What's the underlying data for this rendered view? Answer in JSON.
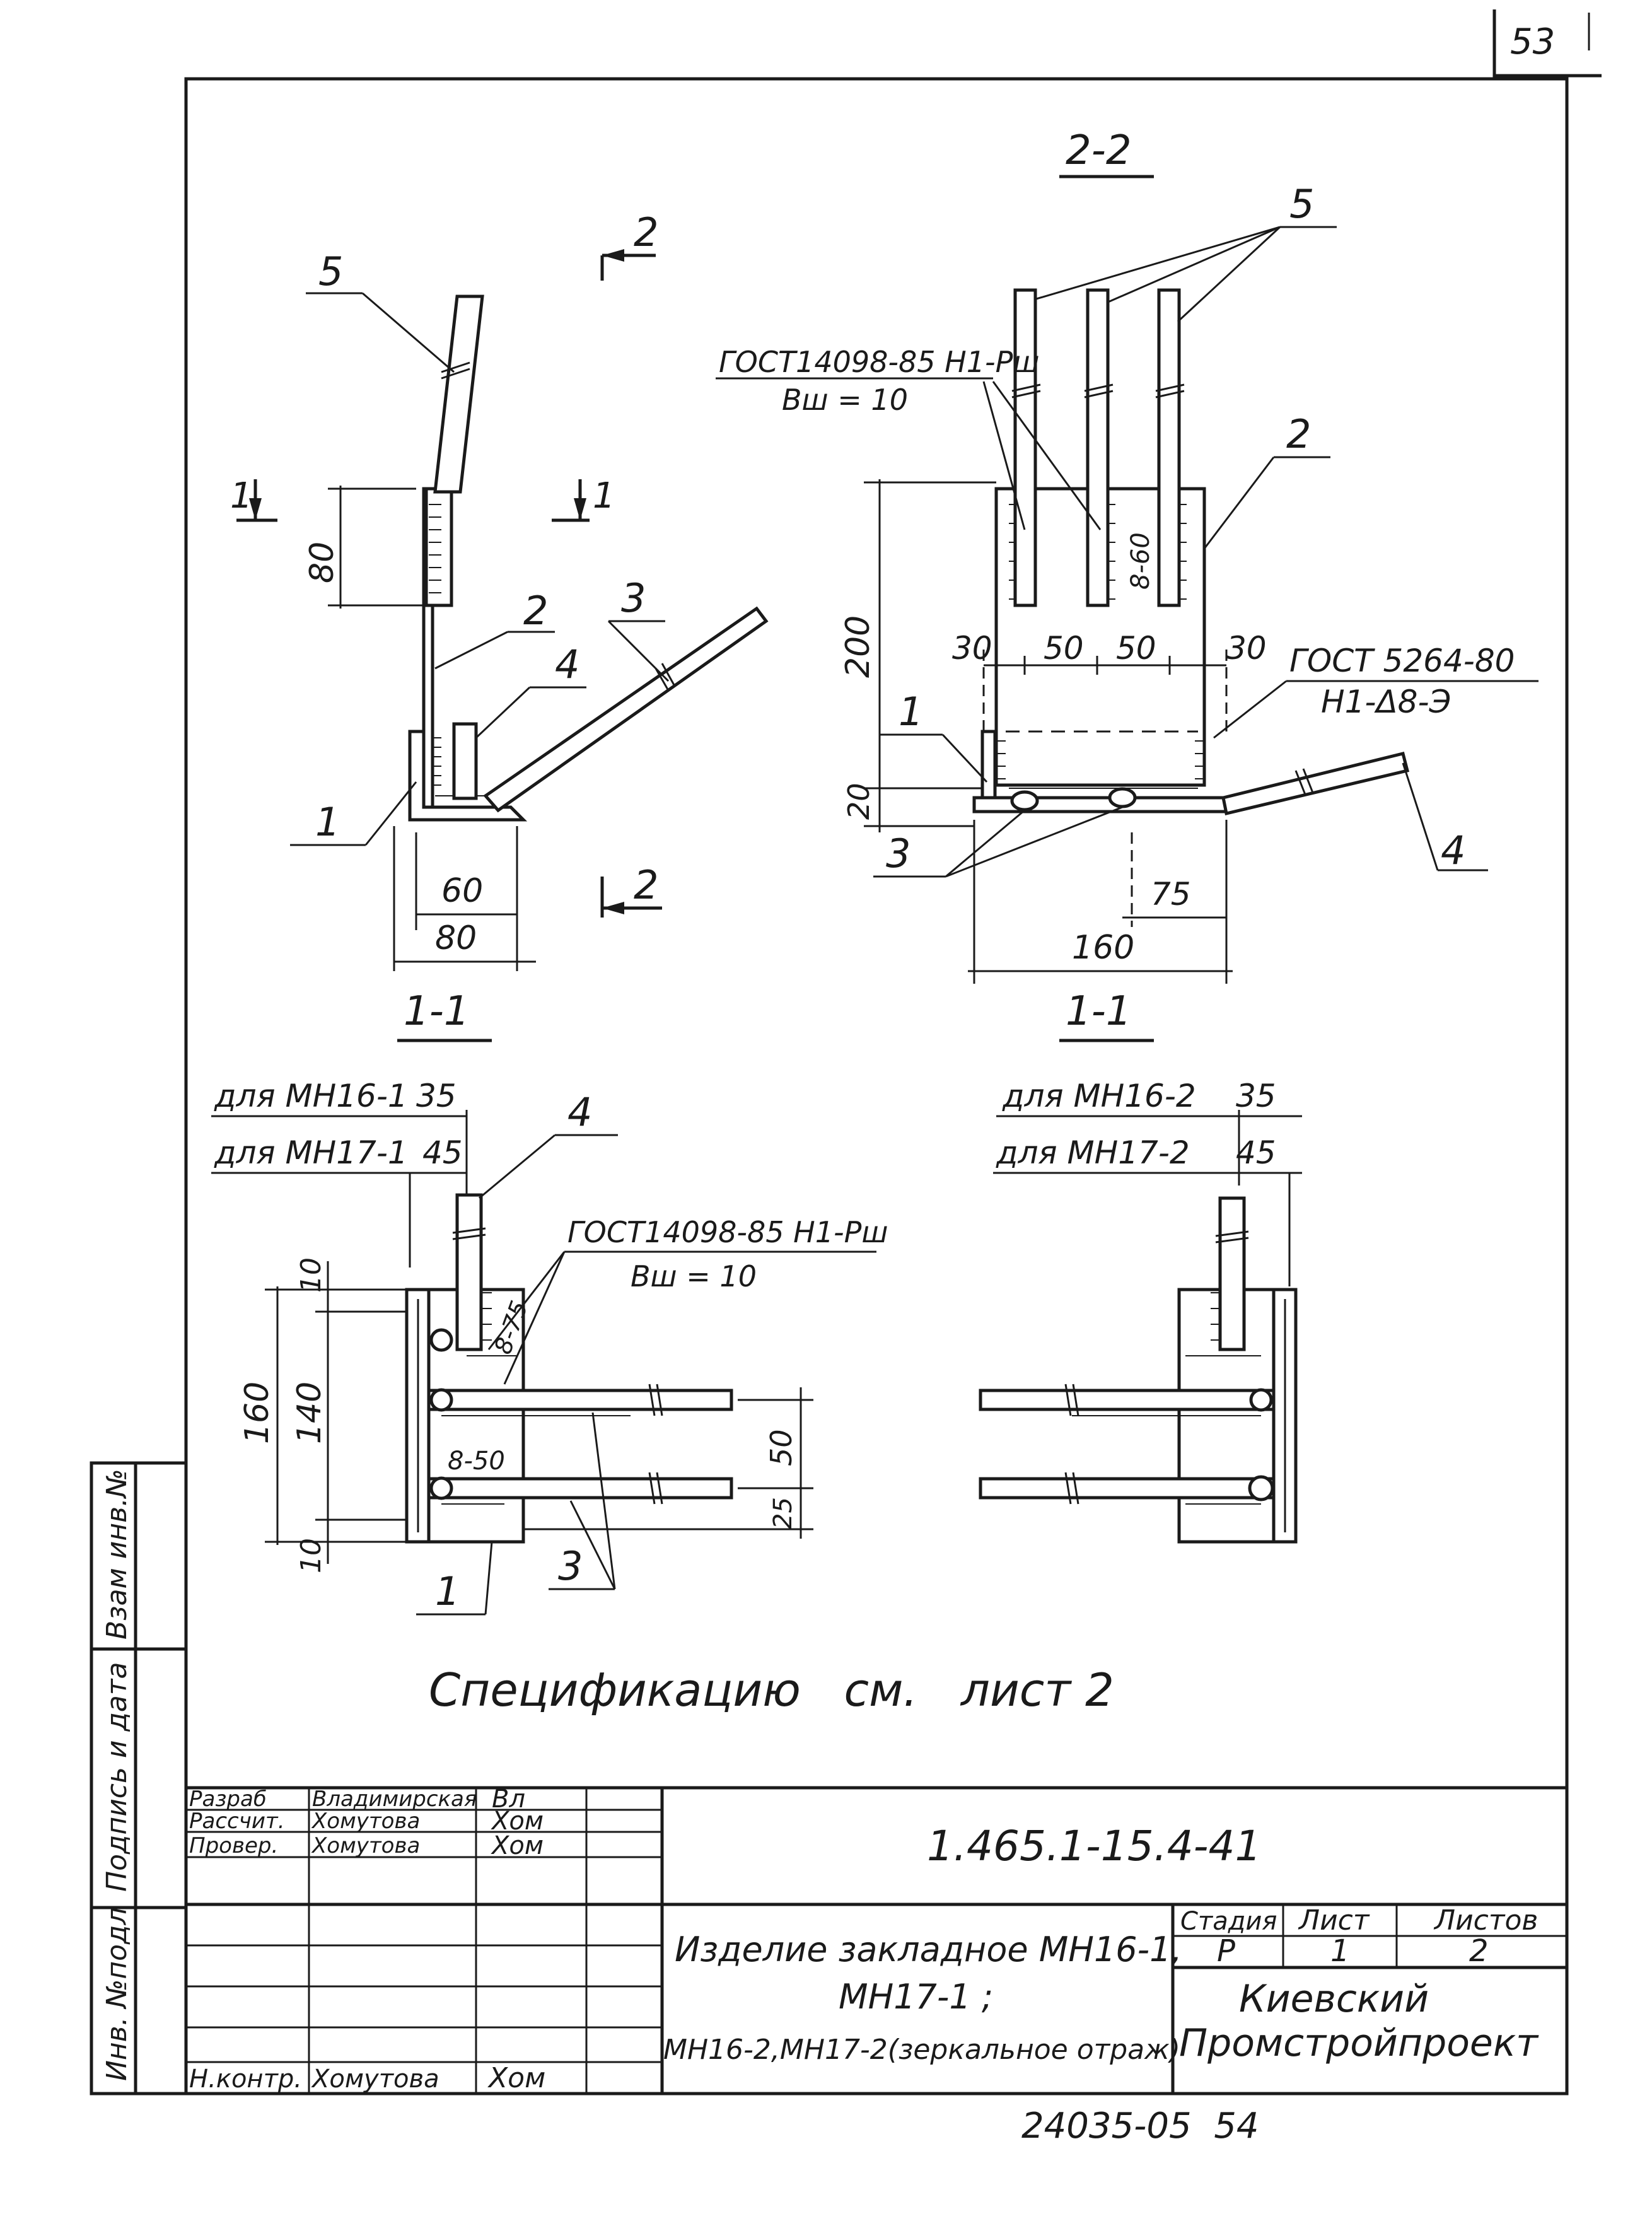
{
  "page_number": "53",
  "views": {
    "view_left_top": {
      "section_label": "1-1",
      "cut_mark_2_top": "2",
      "cut_mark_2_bottom": "2",
      "cut_mark_1_left": "1",
      "cut_mark_1_right": "1",
      "callouts": [
        "5",
        "2",
        "3",
        "4",
        "1"
      ],
      "dims": {
        "h80": "80",
        "w60": "60",
        "w80": "80"
      }
    },
    "view_right_top": {
      "section_title": "2-2",
      "section_label": "1-1",
      "weld_note_line1": "ГОСТ14098-85 Н1-Рш",
      "weld_note_line2": "Вш = 10",
      "weld_note2_line1": "ГОСТ 5264-80",
      "weld_note2_line2": "Н1-Δ8-Э",
      "weld_length": "8-60",
      "callouts": [
        "5",
        "2",
        "1",
        "3",
        "4"
      ],
      "dims": {
        "h200": "200",
        "h20": "20",
        "d30a": "30",
        "d50a": "50",
        "d50b": "50",
        "d30b": "30",
        "d75": "75",
        "d160": "160"
      }
    },
    "view_left_bottom": {
      "note_mh16": "для МН16-1",
      "note_mh16_val": "35",
      "note_mh17": "для МН17-1",
      "note_mh17_val": "45",
      "weld_note_line1": "ГОСТ14098-85 Н1-Рш",
      "weld_note_line2": "Вш = 10",
      "weld_len_top": "8-75",
      "weld_len_mid": "8-50",
      "callouts": [
        "4",
        "1",
        "3"
      ],
      "dims": {
        "d10a": "10",
        "d140": "140",
        "d160": "160",
        "d10b": "10",
        "d50": "50",
        "d25": "25"
      }
    },
    "view_right_bottom": {
      "note_mh16": "для МН16-2",
      "note_mh16_val": "35",
      "note_mh17": "для МН17-2",
      "note_mh17_val": "45"
    }
  },
  "spec_note": "Спецификацию   см.   лист 2",
  "side_stamp": {
    "inv_podl": "Инв. №подл",
    "podpis_data": "Подпись и дата",
    "vzam_inv": "Взам инв.№"
  },
  "title_block": {
    "roles": [
      {
        "role": "Разраб",
        "name": "Владимирская",
        "sign": "Вл"
      },
      {
        "role": "Рассчит.",
        "name": "Хомутова",
        "sign": "Хом"
      },
      {
        "role": "Провер.",
        "name": "Хомутова",
        "sign": "Хом"
      },
      {
        "role": "",
        "name": "",
        "sign": ""
      },
      {
        "role": "",
        "name": "",
        "sign": ""
      },
      {
        "role": "",
        "name": "",
        "sign": ""
      },
      {
        "role": "Н.контр.",
        "name": "Хомутова",
        "sign": "Хом"
      }
    ],
    "doc_code": "1.465.1-15.4-41",
    "title_line1": "Изделие закладное МН16-1,",
    "title_line2": "МН17-1 ;",
    "title_line3": "МН16-2,МН17-2(зеркальное отраж)",
    "stage_header": "Стадия",
    "sheet_header": "Лист",
    "sheets_header": "Листов",
    "stage": "Р",
    "sheet": "1",
    "sheets": "2",
    "org_line1": "Киевский",
    "org_line2": "Промстройпроект"
  },
  "archive_number": "24035-05  54"
}
